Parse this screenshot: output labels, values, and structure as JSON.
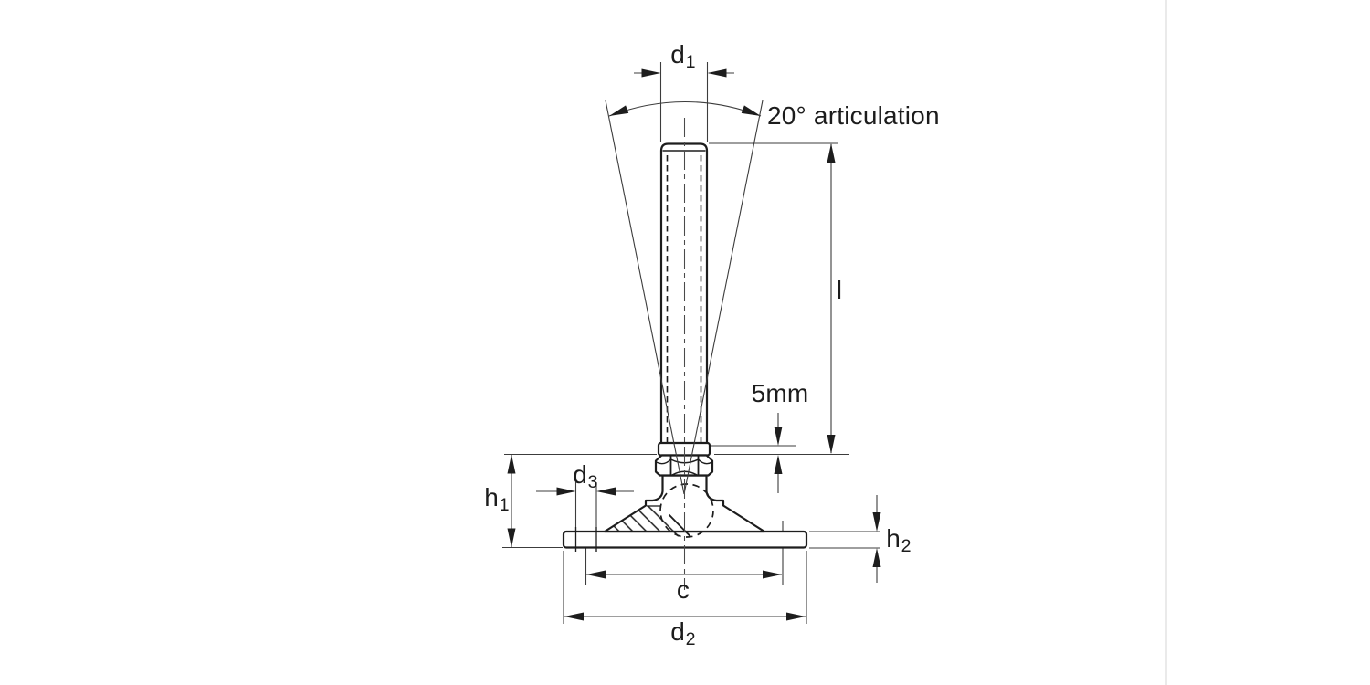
{
  "drawing": {
    "annotation": "20° articulation",
    "dimensions": {
      "d1": {
        "base": "d",
        "sub": "1"
      },
      "l": "l",
      "offset_5mm": "5mm",
      "h1": {
        "base": "h",
        "sub": "1"
      },
      "d3": {
        "base": "d",
        "sub": "3"
      },
      "h2": {
        "base": "h",
        "sub": "2"
      },
      "c": "c",
      "d2": {
        "base": "d",
        "sub": "2"
      }
    },
    "colors": {
      "line": "#1d1d1d",
      "thin_line": "#3c3c3c",
      "divider": "#e3e3e3",
      "text": "#1c1c1c",
      "background": "#ffffff"
    }
  }
}
